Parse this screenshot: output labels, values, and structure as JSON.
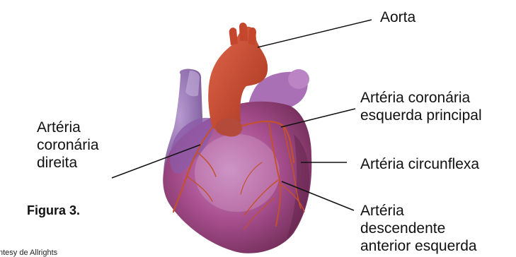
{
  "figure": {
    "caption": "Figura 3.",
    "credit": "ntesy de Allrights"
  },
  "labels": {
    "aorta": [
      "Aorta"
    ],
    "left_main_coronary": [
      "Artéria coronária",
      "esquerda principal"
    ],
    "right_coronary": [
      "Artéria",
      "coronária",
      "direita"
    ],
    "circumflex": [
      "Artéria circunflexa"
    ],
    "lad": [
      "Artéria",
      "descendente",
      "anterior esquerda"
    ]
  }
}
